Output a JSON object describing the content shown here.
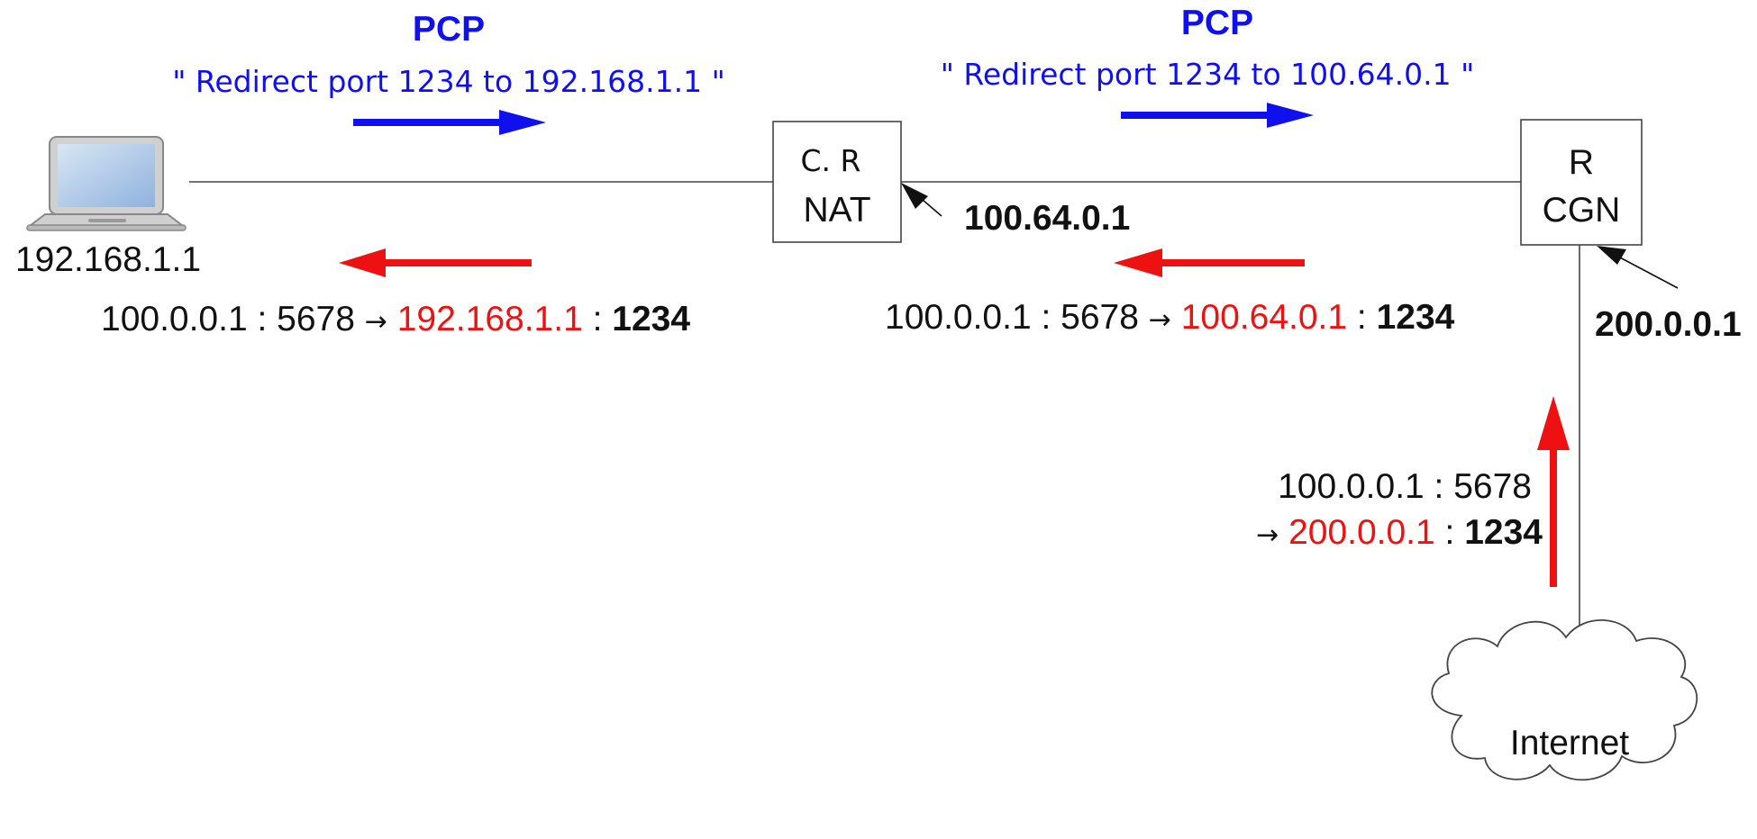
{
  "colors": {
    "request": "#1010ee",
    "response": "#ee1111",
    "ink": "#111111",
    "line": "#444444"
  },
  "icons": {
    "host": "laptop-icon",
    "cloud": "cloud-icon"
  },
  "host": {
    "ip": "192.168.1.1"
  },
  "cpe_router": {
    "line1": "C. R",
    "line2": "NAT",
    "wan_ip": "100.64.0.1"
  },
  "cgn_router": {
    "line1": "R",
    "line2": "CGN",
    "public_ip": "200.0.0.1"
  },
  "internet": {
    "label": "Internet"
  },
  "pcp_requests": [
    {
      "protocol": "PCP",
      "message": "\" Redirect port 1234 to 192.168.1.1 \""
    },
    {
      "protocol": "PCP",
      "message": "\" Redirect port 1234 to 100.64.0.1 \""
    }
  ],
  "flows": [
    {
      "src": "100.0.0.1 : 5678 ",
      "arrow": "→",
      "dst_ip": "192.168.1.1",
      "sep": " : ",
      "port": "1234"
    },
    {
      "src": "100.0.0.1 : 5678 ",
      "arrow": "→",
      "dst_ip": "100.64.0.1",
      "sep": " : ",
      "port": "1234"
    },
    {
      "src": "100.0.0.1 : 5678",
      "arrow": "→",
      "dst_ip": "200.0.0.1",
      "sep": " : ",
      "port": "1234"
    }
  ]
}
